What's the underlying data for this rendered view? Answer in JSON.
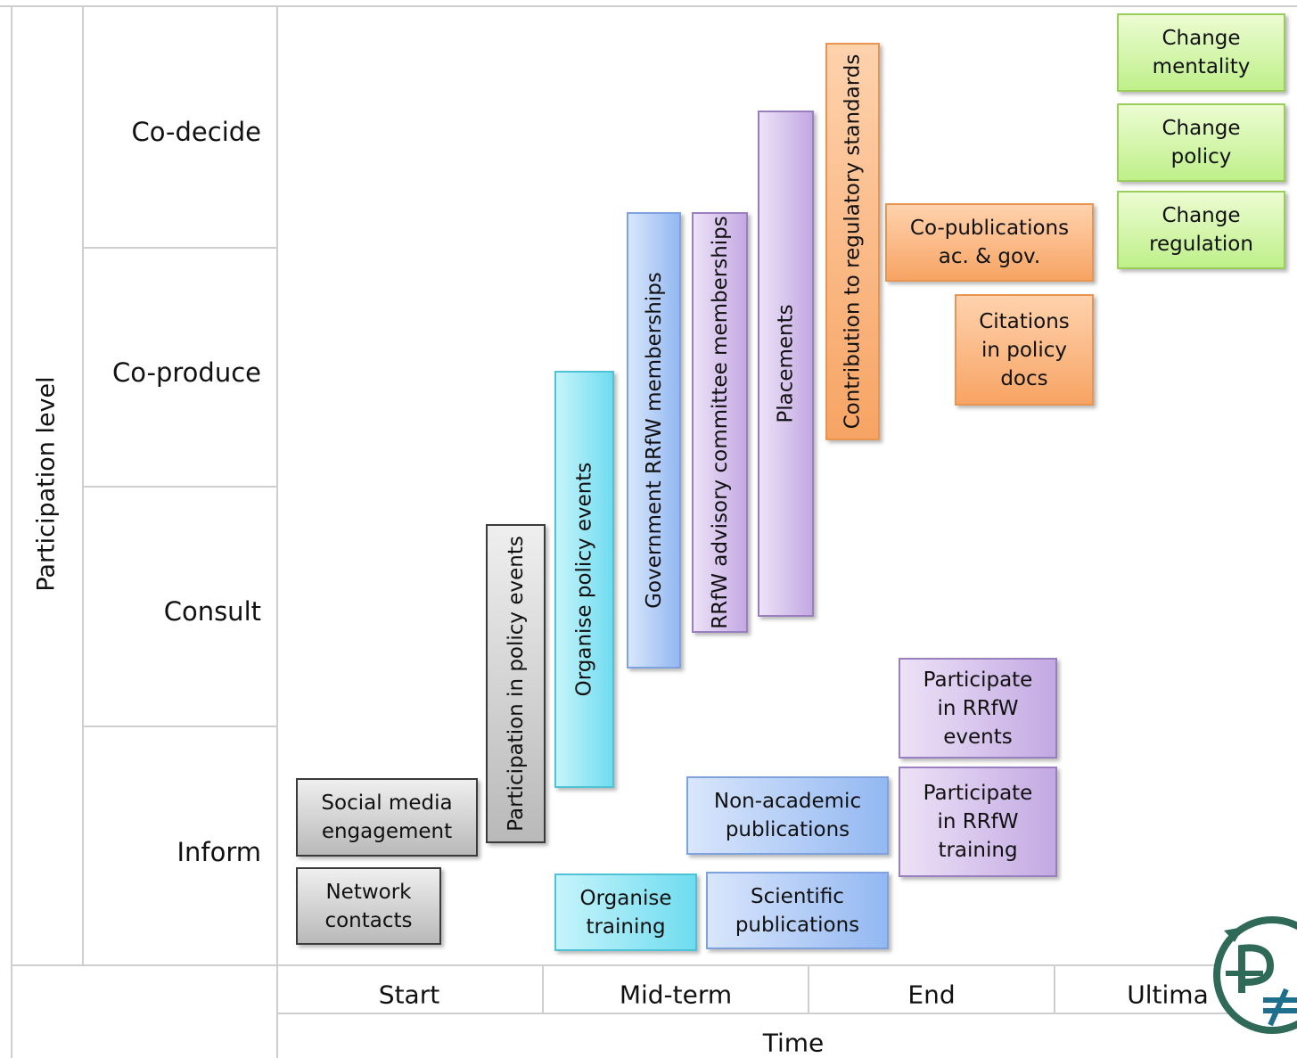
{
  "diagram": {
    "y_axis_title": "Participation level",
    "x_axis_title": "Time",
    "participation_levels": [
      "Co-decide",
      "Co-produce",
      "Consult",
      "Inform"
    ],
    "time_phases": [
      "Start",
      "Mid-term",
      "End",
      "Ultima"
    ],
    "activities": [
      {
        "id": "social-media-engagement",
        "label": "Social media\nengagement",
        "color": "#b9b9b9"
      },
      {
        "id": "network-contacts",
        "label": "Network\ncontacts",
        "color": "#b9b9b9"
      },
      {
        "id": "participation-in-policy-events",
        "label": "Participation in policy events",
        "color": "#b9b9b9"
      },
      {
        "id": "organise-policy-events",
        "label": "Organise policy events",
        "color": "#6fdcef"
      },
      {
        "id": "organise-training",
        "label": "Organise\ntraining",
        "color": "#6fdcef"
      },
      {
        "id": "government-rrfw-memberships",
        "label": "Government RRfW memberships",
        "color": "#93b8f2"
      },
      {
        "id": "non-academic-publications",
        "label": "Non-academic\npublications",
        "color": "#93b8f2"
      },
      {
        "id": "scientific-publications",
        "label": "Scientific\npublications",
        "color": "#93b8f2"
      },
      {
        "id": "rrfw-advisory-committee-memberships",
        "label": "RRfW advisory committee memberships",
        "color": "#c3a9e2"
      },
      {
        "id": "placements",
        "label": "Placements",
        "color": "#c3a9e2"
      },
      {
        "id": "participate-in-rrfw-events",
        "label": "Participate\nin RRfW\nevents",
        "color": "#c3a9e2"
      },
      {
        "id": "participate-in-rrfw-training",
        "label": "Participate\nin RRfW\ntraining",
        "color": "#c3a9e2"
      },
      {
        "id": "contribution-to-regulatory-standards",
        "label": "Contribution  to regulatory standards",
        "color": "#f7a464"
      },
      {
        "id": "co-publications",
        "label": "Co-publications\nac. & gov.",
        "color": "#f7a464"
      },
      {
        "id": "citations-in-policy-docs",
        "label": "Citations\nin policy\ndocs",
        "color": "#f7a464"
      },
      {
        "id": "change-mentality",
        "label": "Change\nmentality",
        "color": "#bff08a"
      },
      {
        "id": "change-policy",
        "label": "Change\npolicy",
        "color": "#bff08a"
      },
      {
        "id": "change-regulation",
        "label": "Change\nregulation",
        "color": "#bff08a"
      }
    ]
  }
}
